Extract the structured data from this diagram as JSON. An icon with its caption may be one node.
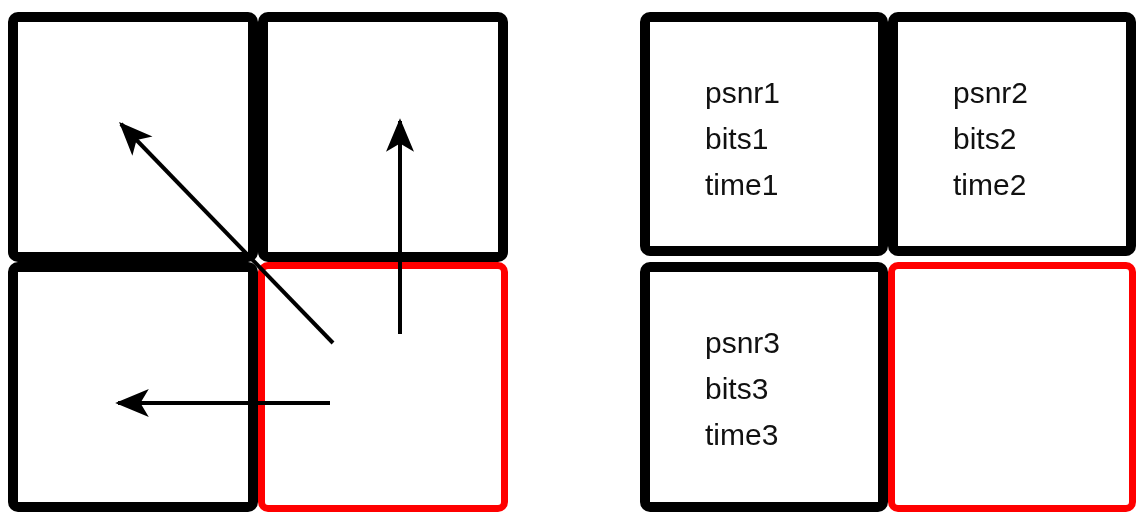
{
  "diagram": {
    "nodes": [
      {
        "text": [],
        "shape": "box"
      },
      {
        "text": [],
        "shape": "box"
      },
      {
        "text": [],
        "shape": "box"
      },
      {
        "text": [],
        "shape": "box"
      },
      {
        "text": [
          "psnr1",
          "bits1",
          "time1"
        ]
      },
      {
        "text": [
          "psnr2",
          "bits2",
          "time2"
        ]
      },
      {
        "text": [
          "psnr3",
          "bits3",
          "time3"
        ]
      },
      {
        "text": [],
        "shape": "box"
      }
    ],
    "edges": [
      {
        "from": 3,
        "to": 0,
        "arrow": "to"
      },
      {
        "from": 3,
        "to": 1,
        "arrow": "to"
      },
      {
        "from": 3,
        "to": 2,
        "arrow": "to"
      }
    ]
  }
}
